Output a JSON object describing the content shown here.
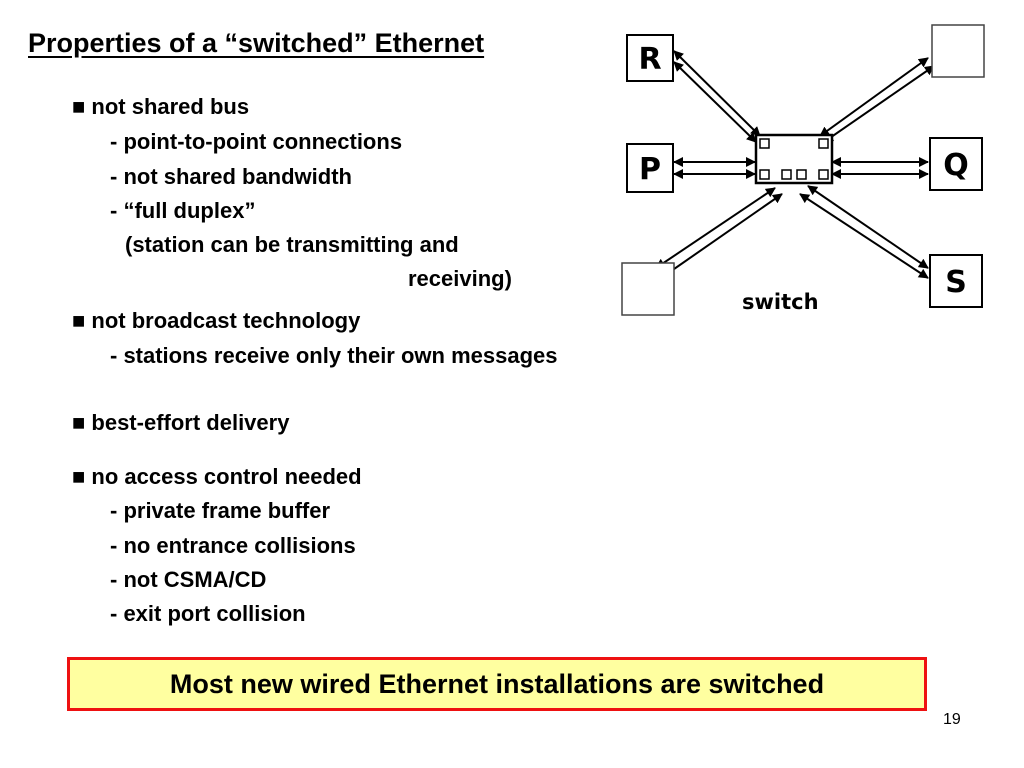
{
  "slide": {
    "title": "Properties of a “switched” Ethernet",
    "bullet1": {
      "head": "■  not shared bus",
      "lines": [
        "- point-to-point connections",
        "- not shared bandwidth",
        "- “full duplex”",
        "(station can be transmitting and",
        "receiving)"
      ]
    },
    "bullet2": {
      "head": "■  not broadcast technology",
      "lines": [
        "- stations receive only their own messages"
      ]
    },
    "bullet3": {
      "head": "■  best-effort delivery"
    },
    "bullet4": {
      "head": "■ no access control needed",
      "lines": [
        "- private frame buffer",
        "- no entrance collisions",
        "- not CSMA/CD",
        "- exit port collision"
      ]
    },
    "callout": "Most new wired Ethernet installations are switched",
    "page_number": "19"
  },
  "diagram": {
    "stations": {
      "r": "R",
      "p": "P",
      "q": "Q",
      "s": "S"
    },
    "switch_label": "switch"
  }
}
